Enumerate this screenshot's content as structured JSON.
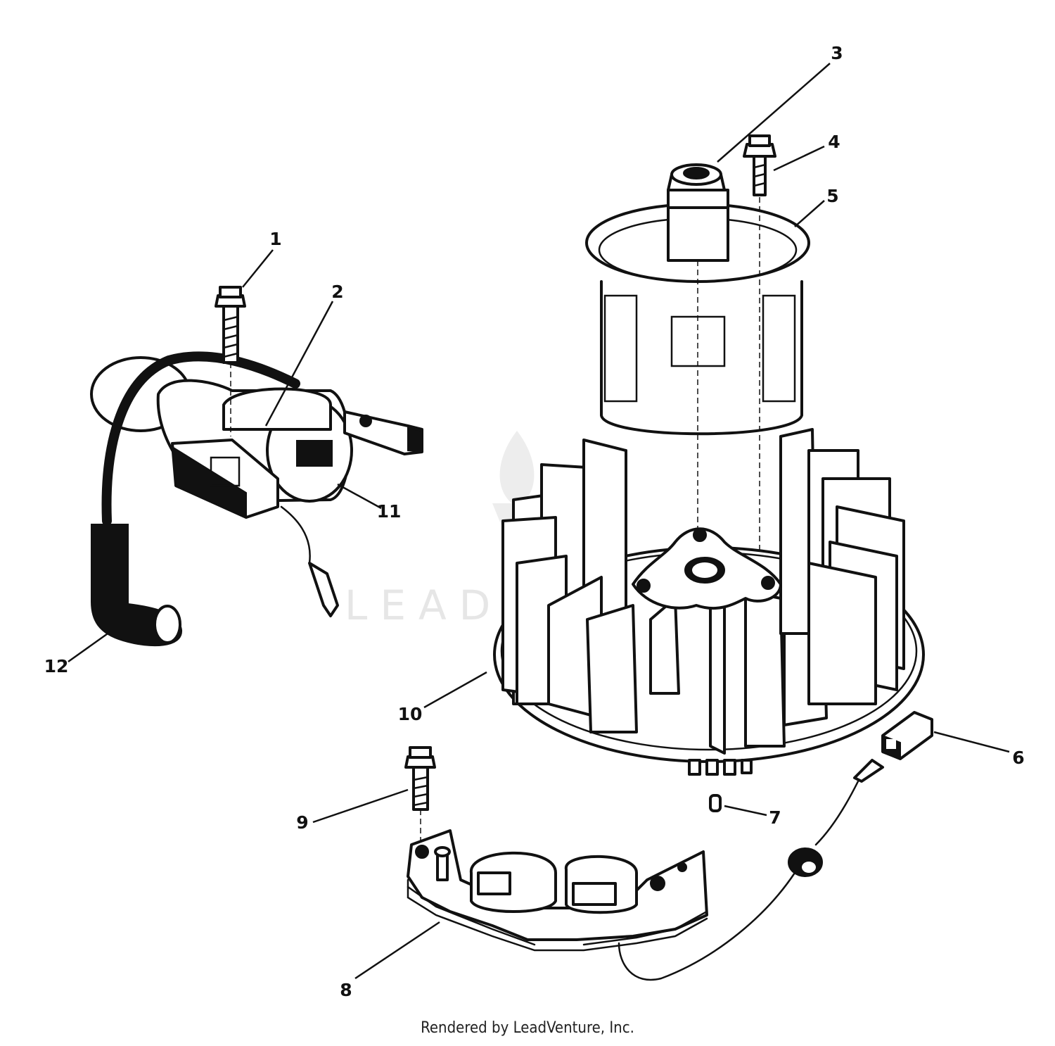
{
  "watermark": {
    "text": "LEADVENTURE"
  },
  "footer": {
    "credit": "Rendered by LeadVenture, Inc."
  },
  "callouts": [
    {
      "id": "1",
      "label": "1"
    },
    {
      "id": "2",
      "label": "2"
    },
    {
      "id": "3",
      "label": "3"
    },
    {
      "id": "4",
      "label": "4"
    },
    {
      "id": "5",
      "label": "5"
    },
    {
      "id": "6",
      "label": "6"
    },
    {
      "id": "7",
      "label": "7"
    },
    {
      "id": "8",
      "label": "8"
    },
    {
      "id": "9",
      "label": "9"
    },
    {
      "id": "10",
      "label": "10"
    },
    {
      "id": "11",
      "label": "11"
    },
    {
      "id": "12",
      "label": "12"
    }
  ]
}
